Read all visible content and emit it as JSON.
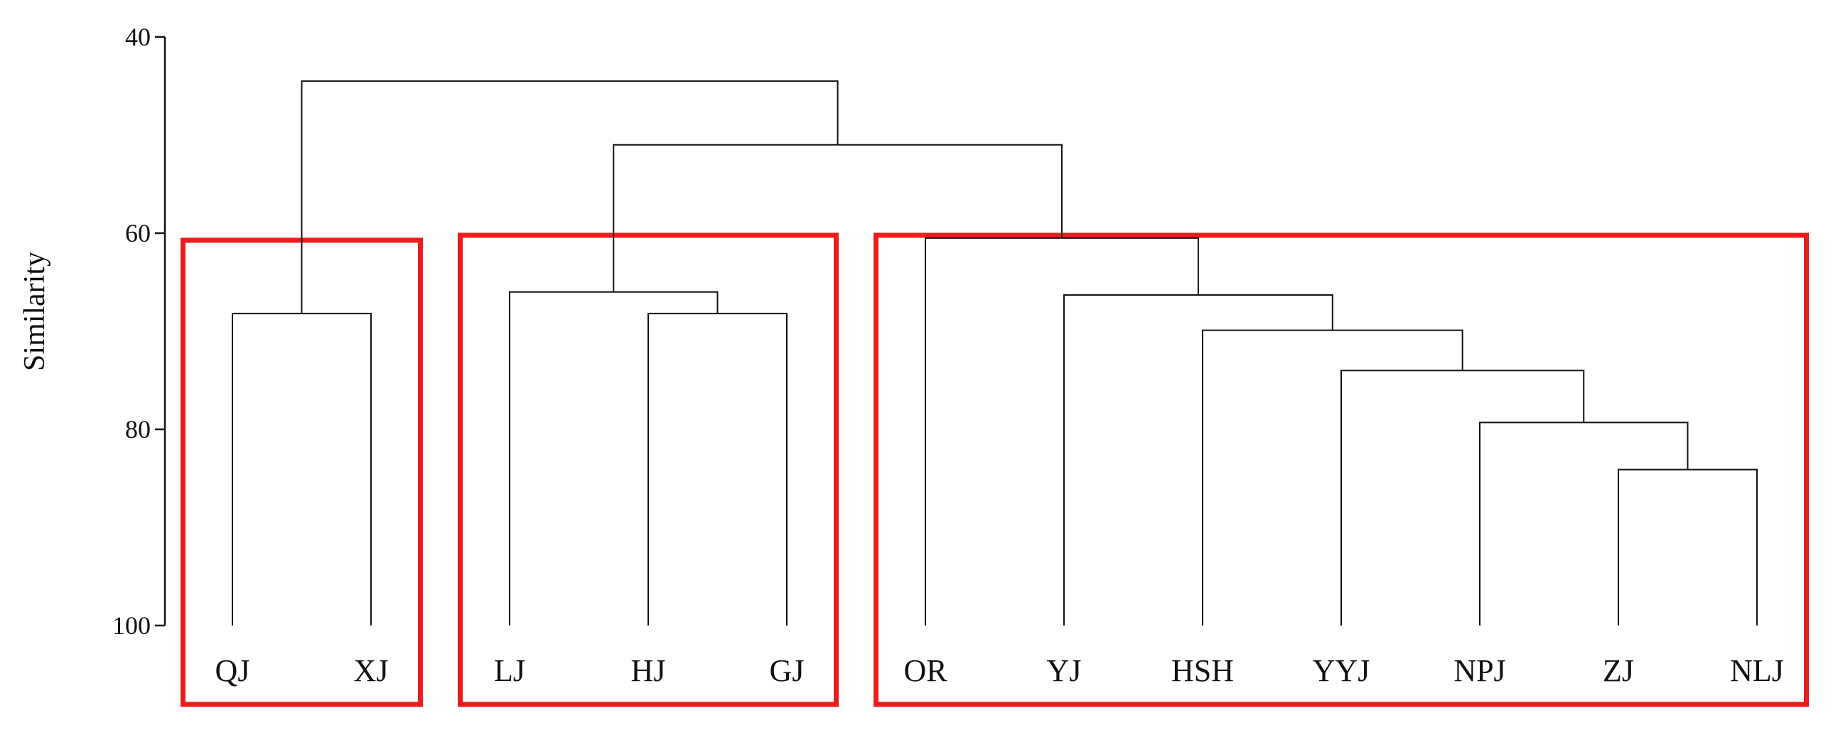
{
  "chart_data": {
    "type": "dendrogram",
    "title": "",
    "ylabel": "Similarity",
    "xlabel": "",
    "ylim": [
      40,
      100
    ],
    "y_ticks": [
      40,
      60,
      80,
      100
    ],
    "y_tick_labels": [
      "40",
      "60",
      "80",
      "100"
    ],
    "grid": false,
    "leaves": [
      "QJ",
      "XJ",
      "LJ",
      "HJ",
      "GJ",
      "OR",
      "YJ",
      "HSH",
      "YYJ",
      "NPJ",
      "ZJ",
      "NLJ"
    ],
    "merges": [
      {
        "left": "ZJ",
        "right": "NLJ",
        "similarity": 84.1
      },
      {
        "left": "NPJ",
        "right": "ZJ+NLJ",
        "similarity": 79.3
      },
      {
        "left": "YYJ",
        "right": "NPJ+ZJ+NLJ",
        "similarity": 74.0
      },
      {
        "left": "HSH",
        "right": "YYJ+NPJ+ZJ+NLJ",
        "similarity": 69.9
      },
      {
        "left": "YJ",
        "right": "HSH+YYJ+NPJ+ZJ+NLJ",
        "similarity": 66.3
      },
      {
        "left": "OR",
        "right": "YJ+HSH+YYJ+NPJ+ZJ+NLJ",
        "similarity": 60.5
      },
      {
        "left": "QJ",
        "right": "XJ",
        "similarity": 68.2
      },
      {
        "left": "HJ",
        "right": "GJ",
        "similarity": 68.2
      },
      {
        "left": "LJ",
        "right": "HJ+GJ",
        "similarity": 66.0
      },
      {
        "left": "LJ+HJ+GJ",
        "right": "OR+YJ+HSH+YYJ+NPJ+ZJ+NLJ",
        "similarity": 51.0
      },
      {
        "left": "QJ+XJ",
        "right": "LJ+HJ+GJ+OR+YJ+HSH+YYJ+NPJ+ZJ+NLJ",
        "similarity": 44.5
      }
    ],
    "highlight_groups": [
      {
        "members": [
          "QJ",
          "XJ"
        ],
        "color": "#ee1c1c"
      },
      {
        "members": [
          "LJ",
          "HJ",
          "GJ"
        ],
        "color": "#ee1c1c"
      },
      {
        "members": [
          "OR",
          "YJ",
          "HSH",
          "YYJ",
          "NPJ",
          "ZJ",
          "NLJ"
        ],
        "color": "#ee1c1c"
      }
    ],
    "line_color": "#111111"
  }
}
